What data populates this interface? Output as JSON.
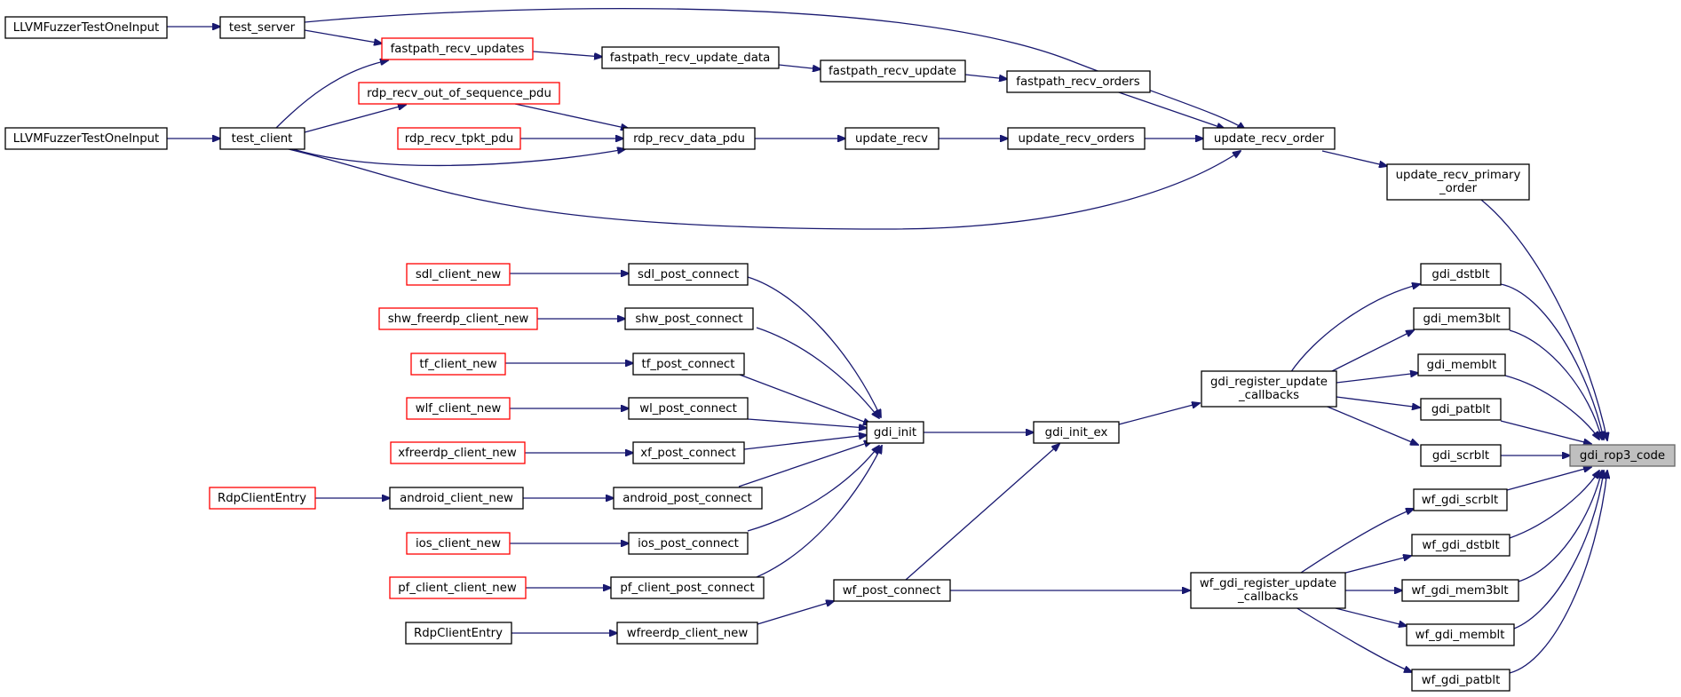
{
  "nodes": {
    "llvm1": {
      "label": "LLVMFuzzerTestOneInput"
    },
    "test_server": {
      "label": "test_server"
    },
    "fastpath_recv_updates": {
      "label": "fastpath_recv_updates",
      "border": "red"
    },
    "fastpath_recv_update_data": {
      "label": "fastpath_recv_update_data"
    },
    "fastpath_recv_update": {
      "label": "fastpath_recv_update"
    },
    "fastpath_recv_orders": {
      "label": "fastpath_recv_orders"
    },
    "rdp_recv_out_of_sequence_pdu": {
      "label": "rdp_recv_out_of_sequence_pdu",
      "border": "red"
    },
    "llvm2": {
      "label": "LLVMFuzzerTestOneInput"
    },
    "test_client": {
      "label": "test_client"
    },
    "rdp_recv_tpkt_pdu": {
      "label": "rdp_recv_tpkt_pdu",
      "border": "red"
    },
    "rdp_recv_data_pdu": {
      "label": "rdp_recv_data_pdu"
    },
    "update_recv": {
      "label": "update_recv"
    },
    "update_recv_orders": {
      "label": "update_recv_orders"
    },
    "update_recv_order": {
      "label": "update_recv_order"
    },
    "update_recv_primary_order": {
      "label_lines": [
        "update_recv_primary",
        "_order"
      ]
    },
    "sdl_client_new": {
      "label": "sdl_client_new",
      "border": "red"
    },
    "sdl_post_connect": {
      "label": "sdl_post_connect"
    },
    "shw_freerdp_client_new": {
      "label": "shw_freerdp_client_new",
      "border": "red"
    },
    "shw_post_connect": {
      "label": "shw_post_connect"
    },
    "tf_client_new": {
      "label": "tf_client_new",
      "border": "red"
    },
    "tf_post_connect": {
      "label": "tf_post_connect"
    },
    "wlf_client_new": {
      "label": "wlf_client_new",
      "border": "red"
    },
    "wl_post_connect": {
      "label": "wl_post_connect"
    },
    "xfreerdp_client_new": {
      "label": "xfreerdp_client_new",
      "border": "red"
    },
    "xf_post_connect": {
      "label": "xf_post_connect"
    },
    "rdp_client_entry_red": {
      "label": "RdpClientEntry",
      "border": "red"
    },
    "android_client_new": {
      "label": "android_client_new"
    },
    "android_post_connect": {
      "label": "android_post_connect"
    },
    "ios_client_new": {
      "label": "ios_client_new",
      "border": "red"
    },
    "ios_post_connect": {
      "label": "ios_post_connect"
    },
    "pf_client_client_new": {
      "label": "pf_client_client_new",
      "border": "red"
    },
    "pf_client_post_connect": {
      "label": "pf_client_post_connect"
    },
    "rdp_client_entry": {
      "label": "RdpClientEntry"
    },
    "wfreerdp_client_new": {
      "label": "wfreerdp_client_new"
    },
    "gdi_init": {
      "label": "gdi_init"
    },
    "gdi_init_ex": {
      "label": "gdi_init_ex"
    },
    "wf_post_connect": {
      "label": "wf_post_connect"
    },
    "gdi_register_update_callbacks": {
      "label_lines": [
        "gdi_register_update",
        "_callbacks"
      ]
    },
    "wf_gdi_register_update_callbacks": {
      "label_lines": [
        "wf_gdi_register_update",
        "_callbacks"
      ]
    },
    "gdi_dstblt": {
      "label": "gdi_dstblt"
    },
    "gdi_mem3blt": {
      "label": "gdi_mem3blt"
    },
    "gdi_memblt": {
      "label": "gdi_memblt"
    },
    "gdi_patblt": {
      "label": "gdi_patblt"
    },
    "gdi_scrblt": {
      "label": "gdi_scrblt"
    },
    "wf_gdi_scrblt": {
      "label": "wf_gdi_scrblt"
    },
    "wf_gdi_dstblt": {
      "label": "wf_gdi_dstblt"
    },
    "wf_gdi_mem3blt": {
      "label": "wf_gdi_mem3blt"
    },
    "wf_gdi_memblt": {
      "label": "wf_gdi_memblt"
    },
    "wf_gdi_patblt": {
      "label": "wf_gdi_patblt"
    },
    "gdi_rop3_code": {
      "label": "gdi_rop3_code",
      "fill": "#bfbfbf"
    }
  },
  "edges": [
    [
      "llvm1",
      "test_server"
    ],
    [
      "test_server",
      "fastpath_recv_updates"
    ],
    [
      "test_server",
      "update_recv_order"
    ],
    [
      "fastpath_recv_updates",
      "fastpath_recv_update_data"
    ],
    [
      "fastpath_recv_update_data",
      "fastpath_recv_update"
    ],
    [
      "fastpath_recv_update",
      "fastpath_recv_orders"
    ],
    [
      "fastpath_recv_orders",
      "update_recv_order"
    ],
    [
      "llvm2",
      "test_client"
    ],
    [
      "test_client",
      "fastpath_recv_updates"
    ],
    [
      "test_client",
      "rdp_recv_out_of_sequence_pdu"
    ],
    [
      "test_client",
      "rdp_recv_data_pdu"
    ],
    [
      "test_client",
      "update_recv_order"
    ],
    [
      "rdp_recv_out_of_sequence_pdu",
      "rdp_recv_data_pdu"
    ],
    [
      "rdp_recv_tpkt_pdu",
      "rdp_recv_data_pdu"
    ],
    [
      "rdp_recv_data_pdu",
      "update_recv"
    ],
    [
      "update_recv",
      "update_recv_orders"
    ],
    [
      "update_recv_orders",
      "update_recv_order"
    ],
    [
      "update_recv_order",
      "update_recv_primary_order"
    ],
    [
      "update_recv_primary_order",
      "gdi_rop3_code"
    ],
    [
      "sdl_client_new",
      "sdl_post_connect"
    ],
    [
      "shw_freerdp_client_new",
      "shw_post_connect"
    ],
    [
      "tf_client_new",
      "tf_post_connect"
    ],
    [
      "wlf_client_new",
      "wl_post_connect"
    ],
    [
      "xfreerdp_client_new",
      "xf_post_connect"
    ],
    [
      "rdp_client_entry_red",
      "android_client_new"
    ],
    [
      "android_client_new",
      "android_post_connect"
    ],
    [
      "ios_client_new",
      "ios_post_connect"
    ],
    [
      "pf_client_client_new",
      "pf_client_post_connect"
    ],
    [
      "rdp_client_entry",
      "wfreerdp_client_new"
    ],
    [
      "wfreerdp_client_new",
      "wf_post_connect"
    ],
    [
      "sdl_post_connect",
      "gdi_init"
    ],
    [
      "shw_post_connect",
      "gdi_init"
    ],
    [
      "tf_post_connect",
      "gdi_init"
    ],
    [
      "wl_post_connect",
      "gdi_init"
    ],
    [
      "xf_post_connect",
      "gdi_init"
    ],
    [
      "android_post_connect",
      "gdi_init"
    ],
    [
      "ios_post_connect",
      "gdi_init"
    ],
    [
      "pf_client_post_connect",
      "gdi_init"
    ],
    [
      "gdi_init",
      "gdi_init_ex"
    ],
    [
      "wf_post_connect",
      "gdi_init_ex"
    ],
    [
      "wf_post_connect",
      "wf_gdi_register_update_callbacks"
    ],
    [
      "gdi_init_ex",
      "gdi_register_update_callbacks"
    ],
    [
      "gdi_register_update_callbacks",
      "gdi_dstblt"
    ],
    [
      "gdi_register_update_callbacks",
      "gdi_mem3blt"
    ],
    [
      "gdi_register_update_callbacks",
      "gdi_memblt"
    ],
    [
      "gdi_register_update_callbacks",
      "gdi_patblt"
    ],
    [
      "gdi_register_update_callbacks",
      "gdi_scrblt"
    ],
    [
      "wf_gdi_register_update_callbacks",
      "wf_gdi_scrblt"
    ],
    [
      "wf_gdi_register_update_callbacks",
      "wf_gdi_dstblt"
    ],
    [
      "wf_gdi_register_update_callbacks",
      "wf_gdi_mem3blt"
    ],
    [
      "wf_gdi_register_update_callbacks",
      "wf_gdi_memblt"
    ],
    [
      "wf_gdi_register_update_callbacks",
      "wf_gdi_patblt"
    ],
    [
      "gdi_dstblt",
      "gdi_rop3_code"
    ],
    [
      "gdi_mem3blt",
      "gdi_rop3_code"
    ],
    [
      "gdi_memblt",
      "gdi_rop3_code"
    ],
    [
      "gdi_patblt",
      "gdi_rop3_code"
    ],
    [
      "gdi_scrblt",
      "gdi_rop3_code"
    ],
    [
      "wf_gdi_scrblt",
      "gdi_rop3_code"
    ],
    [
      "wf_gdi_dstblt",
      "gdi_rop3_code"
    ],
    [
      "wf_gdi_mem3blt",
      "gdi_rop3_code"
    ],
    [
      "wf_gdi_memblt",
      "gdi_rop3_code"
    ],
    [
      "wf_gdi_patblt",
      "gdi_rop3_code"
    ]
  ],
  "colors": {
    "edge": "#191970",
    "node_border": "#000000",
    "node_border_red": "#ff0000",
    "target_fill": "#bfbfbf",
    "target_border": "#666666"
  }
}
